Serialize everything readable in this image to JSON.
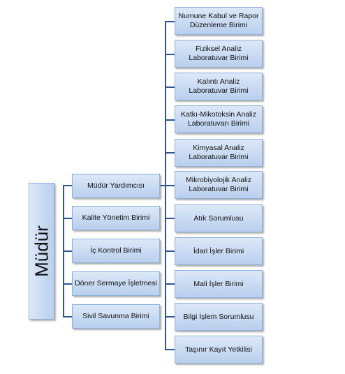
{
  "root": {
    "label": "Müdür"
  },
  "middle_units": [
    "Müdür Yardımcısı",
    "Kalite Yönetim Birimi",
    "İç Kontrol Birimi",
    "Döner Sermaye İşletmesi",
    "Sivil Savunma Birimi"
  ],
  "right_units": [
    {
      "line1": "Numune Kabul ve Rapor",
      "line2": "Düzenleme Birimi"
    },
    {
      "line1": "Fiziksel Analiz",
      "line2": "Laboratuvar Birimi"
    },
    {
      "line1": "Kalıntı Analiz",
      "line2": "Laboratuvar Birimi"
    },
    {
      "line1": "Katkı-Mikotoksin Analiz",
      "line2": "Laboratuvarı Birimi"
    },
    {
      "line1": "Kimyasal Analiz",
      "line2": "Laboratuvar Birimi"
    },
    {
      "line1": "Mikrobiyolojik Analiz",
      "line2": "Laboratuvar Birimi"
    },
    {
      "line1": "Atık Sorumlusu"
    },
    {
      "line1": "İdari İşler Birimi"
    },
    {
      "line1": "Mali İşler Birimi"
    },
    {
      "line1": "Bilgi İşlem Sorumlusu"
    },
    {
      "line1": "Taşınır Kayıt Yetkilisi"
    }
  ],
  "colors": {
    "connector": "#2f5597",
    "box_border": "#8eb1dc",
    "box_fill": "#c9daf2"
  }
}
